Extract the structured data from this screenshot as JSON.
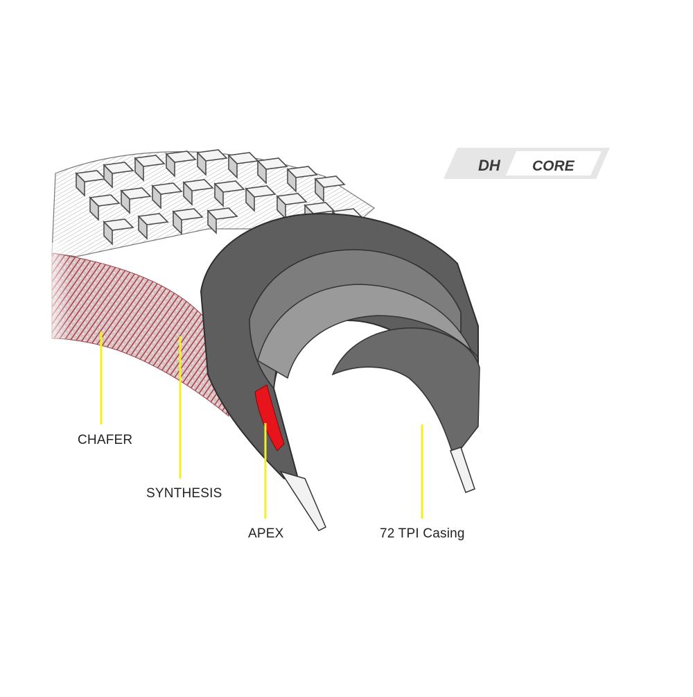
{
  "badge": {
    "left_text": "DH",
    "right_text": "CORE"
  },
  "callouts": [
    {
      "id": "chafer",
      "label": "CHAFER"
    },
    {
      "id": "synthesis",
      "label": "SYNTHESIS"
    },
    {
      "id": "apex",
      "label": "APEX"
    },
    {
      "id": "casing",
      "label": "72 TPI Casing"
    }
  ],
  "colors": {
    "leader": "#f2f21a",
    "apex": "#e8141c",
    "chafer": "#b02a33",
    "casing_dark": "#5e5e5e",
    "casing_mid": "#7d7d7d",
    "casing_light": "#9a9a9a",
    "tread_ink": "#5a5a5a"
  }
}
